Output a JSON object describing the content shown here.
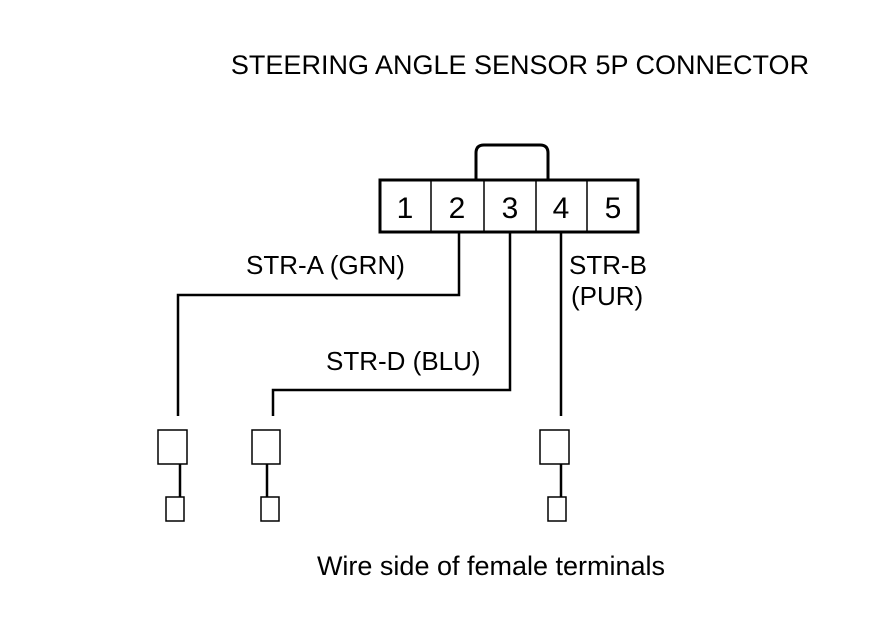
{
  "diagram": {
    "title": "STEERING ANGLE SENSOR 5P CONNECTOR",
    "connector": {
      "pins": [
        "1",
        "2",
        "3",
        "4",
        "5"
      ]
    },
    "wires": {
      "str_a": "STR-A (GRN)",
      "str_d": "STR-D (BLU)",
      "str_b_line1": "STR-B",
      "str_b_line2": "(PUR)"
    },
    "caption": "Wire side of female terminals"
  }
}
